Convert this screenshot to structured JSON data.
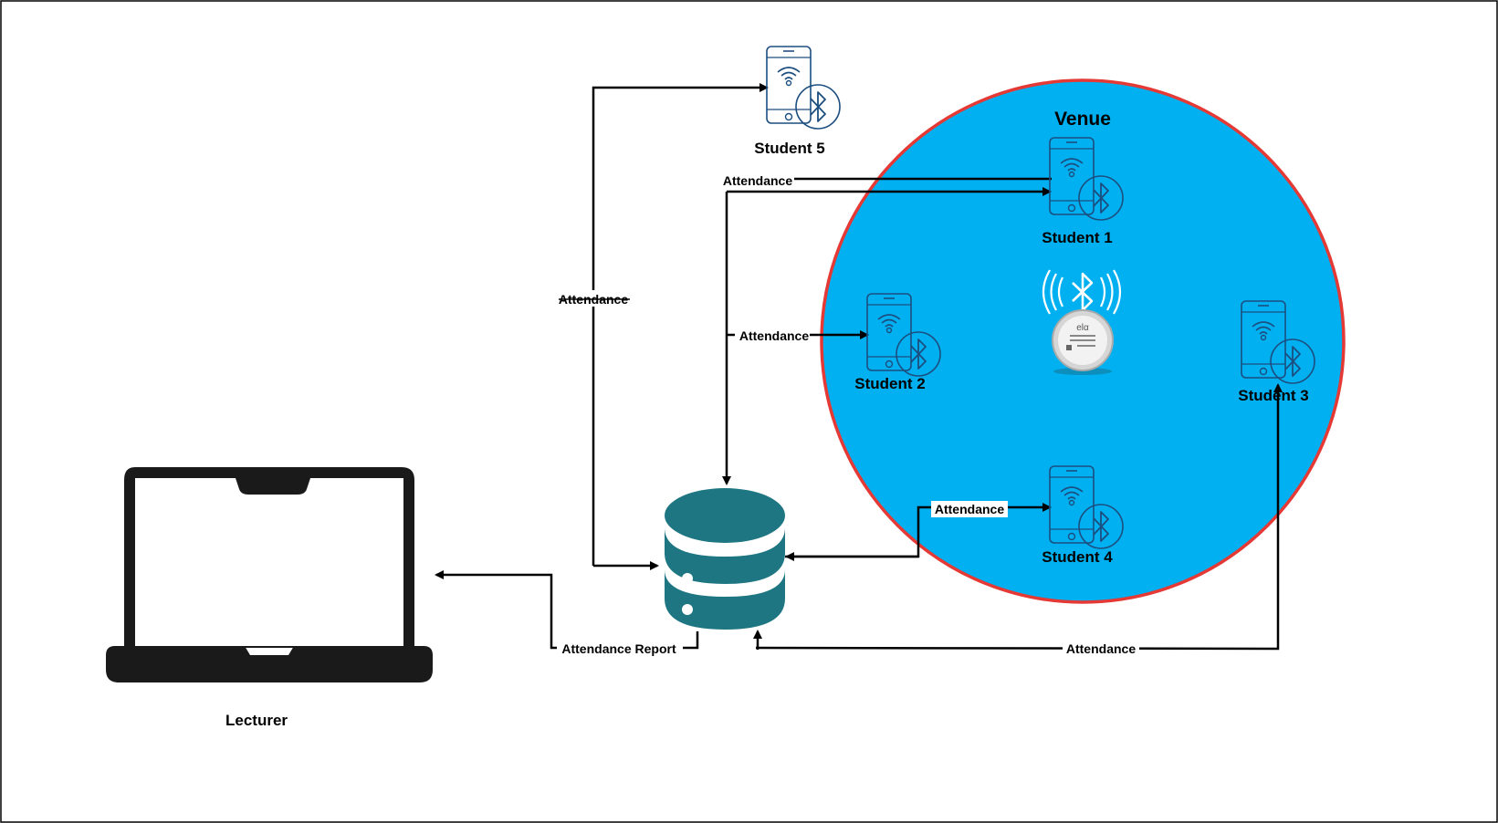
{
  "diagram": {
    "venue_label": "Venue",
    "lecturer_label": "Lecturer",
    "students": {
      "s1": "Student 1",
      "s2": "Student 2",
      "s3": "Student 3",
      "s4": "Student 4",
      "s5": "Student 5"
    },
    "edges": {
      "student5": "Attendance",
      "student1": "Attendance",
      "student2": "Attendance",
      "student4": "Attendance",
      "student3": "Attendance",
      "report": "Attendance Report"
    },
    "beacon": {
      "brand": "elα"
    },
    "colors": {
      "venue_fill": "#00B0F0",
      "venue_stroke": "#E53935",
      "database": "#1D7682",
      "phone_stroke": "#1C4E80",
      "laptop": "#1A1A1A"
    }
  }
}
